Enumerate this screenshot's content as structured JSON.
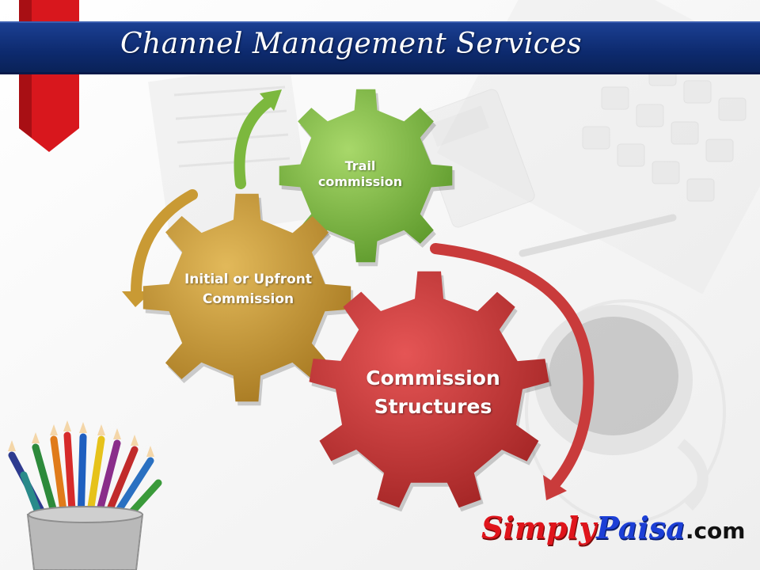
{
  "slide": {
    "title": "Channel Management Services"
  },
  "diagram": {
    "gears": [
      {
        "id": "trail",
        "label": "Trail commission",
        "color": "#7cb83e"
      },
      {
        "id": "initial",
        "label": "Initial or Upfront Commission",
        "color": "#c99a34"
      },
      {
        "id": "structures",
        "label": "Commission Structures",
        "color": "#c93b3b"
      }
    ],
    "arrows": [
      {
        "id": "green-arrow",
        "color": "#7cb83e"
      },
      {
        "id": "gold-arrow",
        "color": "#c99a34"
      },
      {
        "id": "red-arrow",
        "color": "#c93b3b"
      }
    ]
  },
  "logo": {
    "part1": "Simply",
    "part2": "Paisa",
    "part3": ".com"
  },
  "colors": {
    "banner": "#0d2a6e",
    "ribbon": "#d8171d"
  }
}
